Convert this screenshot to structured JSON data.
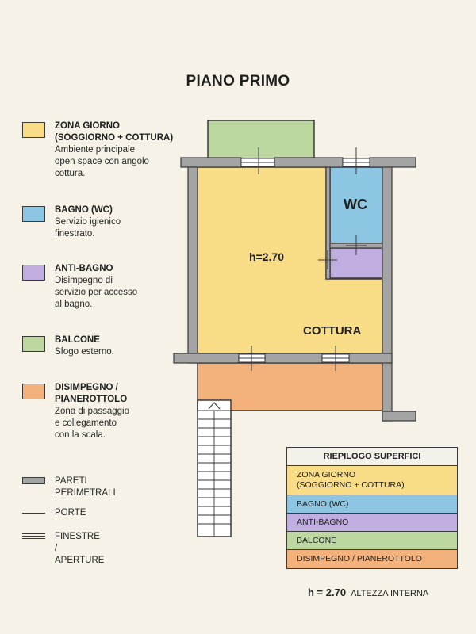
{
  "title": "PIANO PRIMO",
  "legend": [
    {
      "name": "ZONA GIORNO\n(SOGGIORNO + COTTURA)",
      "desc": "Ambiente principale\nopen space con angolo\ncottura.",
      "color": "#f8dc86"
    },
    {
      "name": "BAGNO (WC)",
      "desc": "Servizio igienico\nfinestrato.",
      "color": "#8cc6e2"
    },
    {
      "name": "ANTI-BAGNO",
      "desc": "Disimpegno di\nservizio per accesso\nal bagno.",
      "color": "#c0aee0"
    },
    {
      "name": "BALCONE",
      "desc": "Sfogo esterno.",
      "color": "#bcd7a0"
    },
    {
      "name": "DISIMPEGNO /\nPIANEROTTOLO",
      "desc": "Zona di passaggio\ne collegamento\ncon la scala.",
      "color": "#f3b27c"
    }
  ],
  "symbols": {
    "walls": "PARETI\nPERIMETRALI",
    "doors": "PORTE",
    "windows": "FINESTRE /\nAPERTURE"
  },
  "rooms": {
    "height_label": "h=2.70",
    "kitchen_label": "COTTURA",
    "wc_label": "WC"
  },
  "summary": {
    "header": "RIEPILOGO SUPERFICI",
    "rows": [
      {
        "label": "ZONA GIORNO\n(SOGGIORNO + COTTURA)",
        "color": "#f8dc86"
      },
      {
        "label": "BAGNO (WC)",
        "color": "#8cc6e2"
      },
      {
        "label": "ANTI-BAGNO",
        "color": "#c0aee0"
      },
      {
        "label": "BALCONE",
        "color": "#bcd7a0"
      },
      {
        "label": "DISIMPEGNO / PIANEROTTOLO",
        "color": "#f3b27c"
      }
    ]
  },
  "height_note": {
    "value": "h = 2.70",
    "label": "ALTEZZA INTERNA"
  },
  "colors": {
    "wall": "#a4a4a4",
    "outline": "#3a3a3a",
    "background": "#f6f2e7"
  }
}
